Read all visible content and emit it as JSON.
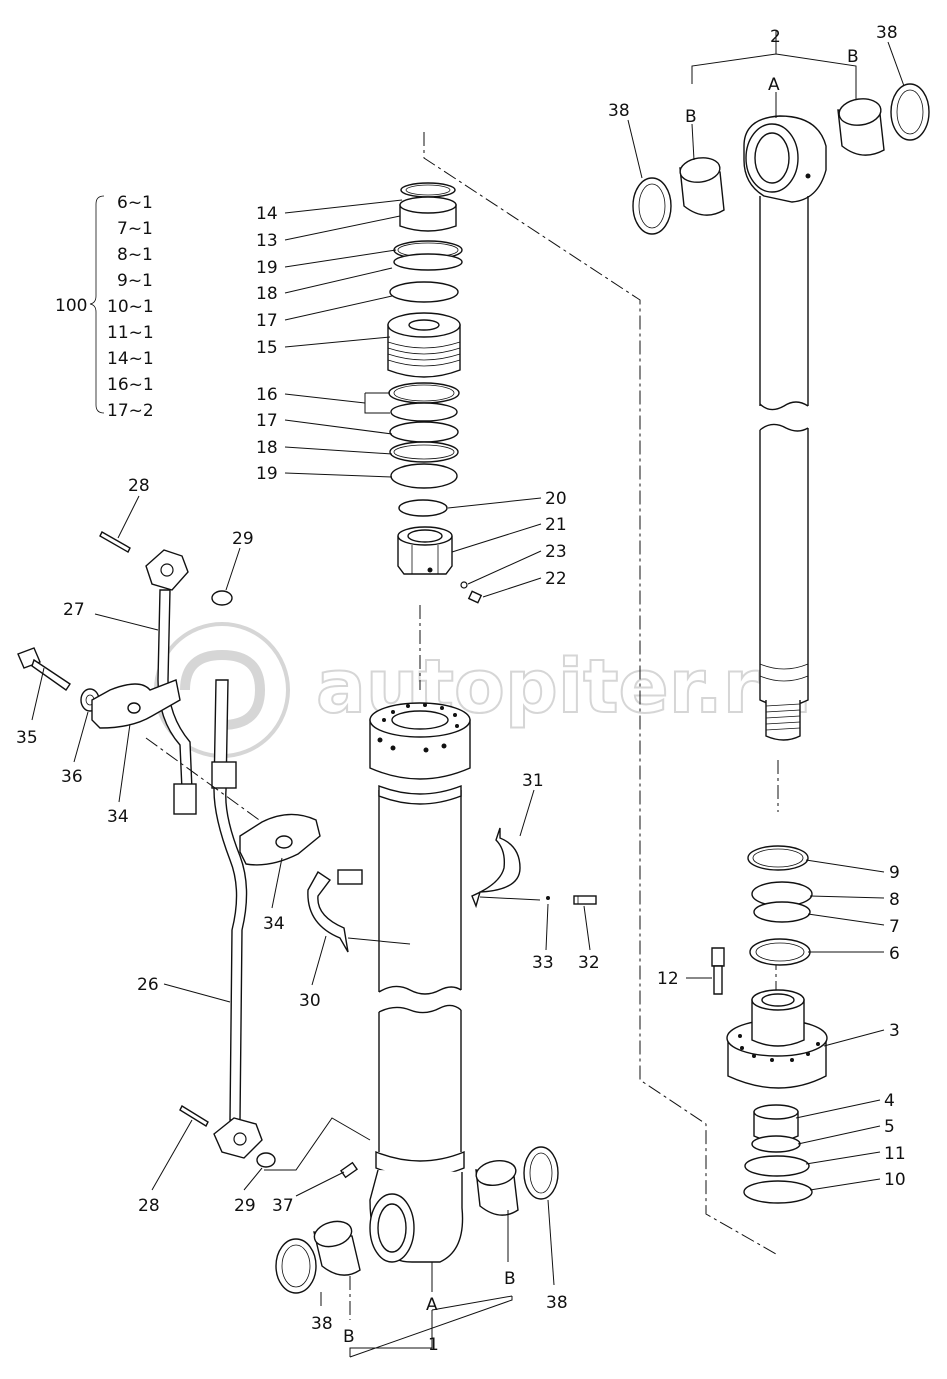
{
  "watermark": "autopiter.ru",
  "kit": {
    "number": "100",
    "items": [
      "6~1",
      "7~1",
      "8~1",
      "9~1",
      "10~1",
      "11~1",
      "14~1",
      "16~1",
      "17~2"
    ]
  },
  "callouts": {
    "c14": "14",
    "c13": "13",
    "c19a": "19",
    "c18a": "18",
    "c17a": "17",
    "c15": "15",
    "c16": "16",
    "c17b": "17",
    "c18b": "18",
    "c19b": "19",
    "c20": "20",
    "c21": "21",
    "c23": "23",
    "c22": "22",
    "c28a": "28",
    "c29a": "29",
    "c27": "27",
    "c35": "35",
    "c36": "36",
    "c34a": "34",
    "c34b": "34",
    "c31": "31",
    "c30": "30",
    "c33": "33",
    "c32": "32",
    "c26": "26",
    "c28b": "28",
    "c29b": "29",
    "c37": "37",
    "c38a": "38",
    "c38b": "38",
    "c38c": "38",
    "c38d": "38",
    "c2": "2",
    "c1": "1",
    "c9": "9",
    "c8": "8",
    "c7": "7",
    "c6": "6",
    "c12": "12",
    "c3": "3",
    "c4": "4",
    "c5": "5",
    "c11": "11",
    "c10": "10"
  },
  "letters": {
    "topA": "A",
    "topB1": "B",
    "topB2": "B",
    "botA": "A",
    "botB1": "B",
    "botB2": "B"
  }
}
